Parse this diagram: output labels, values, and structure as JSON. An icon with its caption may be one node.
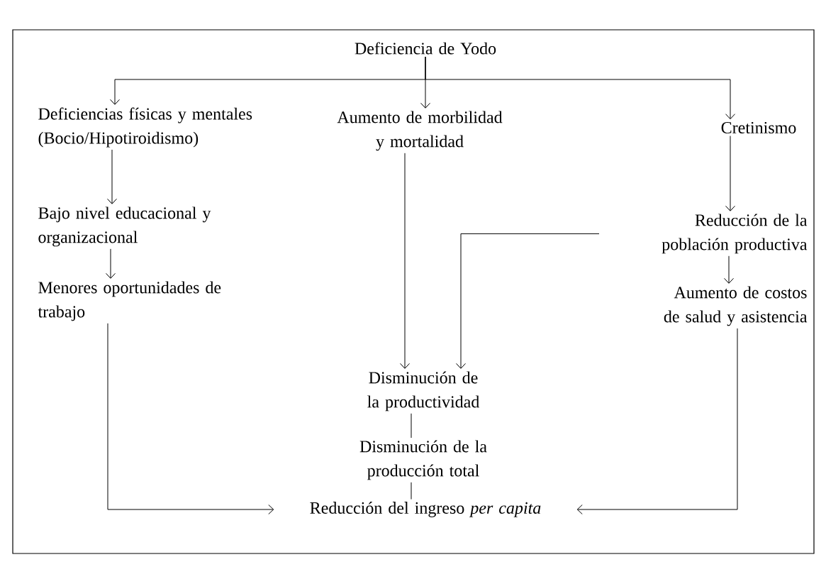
{
  "diagram": {
    "nodes": [
      {
        "text": [
          "Deficiencia de Yodo"
        ]
      },
      {
        "text": [
          "Deficiencias físicas y mentales (Bocio/Hipotiroidismo)"
        ]
      },
      {
        "text": [
          "Aumento de morbilidad y mortalidad"
        ]
      },
      {
        "text": [
          "Cretinismo"
        ]
      },
      {
        "text": [
          "Bajo nivel educacional y organizacional"
        ]
      },
      {
        "text": [
          "Menores oportunidades de trabajo"
        ]
      },
      {
        "text": [
          "Reducción de la población productiva"
        ]
      },
      {
        "text": [
          "Aumento de costos de salud y asistencia"
        ]
      },
      {
        "text": [
          "Disminución de la productividad"
        ]
      },
      {
        "text": [
          "Disminución de la producción total"
        ]
      },
      {
        "text": [
          "Reducción del ingreso *per capita*"
        ]
      }
    ],
    "edges": [
      {
        "from": 0,
        "to": 1,
        "arrow": "to"
      },
      {
        "from": 0,
        "to": 2,
        "arrow": "to"
      },
      {
        "from": 0,
        "to": 3,
        "arrow": "to"
      },
      {
        "from": 1,
        "to": 4,
        "arrow": "to"
      },
      {
        "from": 4,
        "to": 5,
        "arrow": "to"
      },
      {
        "from": 3,
        "to": 6,
        "arrow": "to"
      },
      {
        "from": 6,
        "to": 7,
        "arrow": "to"
      },
      {
        "from": 2,
        "to": 8,
        "arrow": "to"
      },
      {
        "from": 6,
        "to": 8,
        "arrow": "to"
      },
      {
        "from": 8,
        "to": 9,
        "arrow": "none"
      },
      {
        "from": 9,
        "to": 10,
        "arrow": "none"
      },
      {
        "from": 5,
        "to": 10,
        "arrow": "to"
      },
      {
        "from": 7,
        "to": 10,
        "arrow": "to"
      }
    ]
  }
}
